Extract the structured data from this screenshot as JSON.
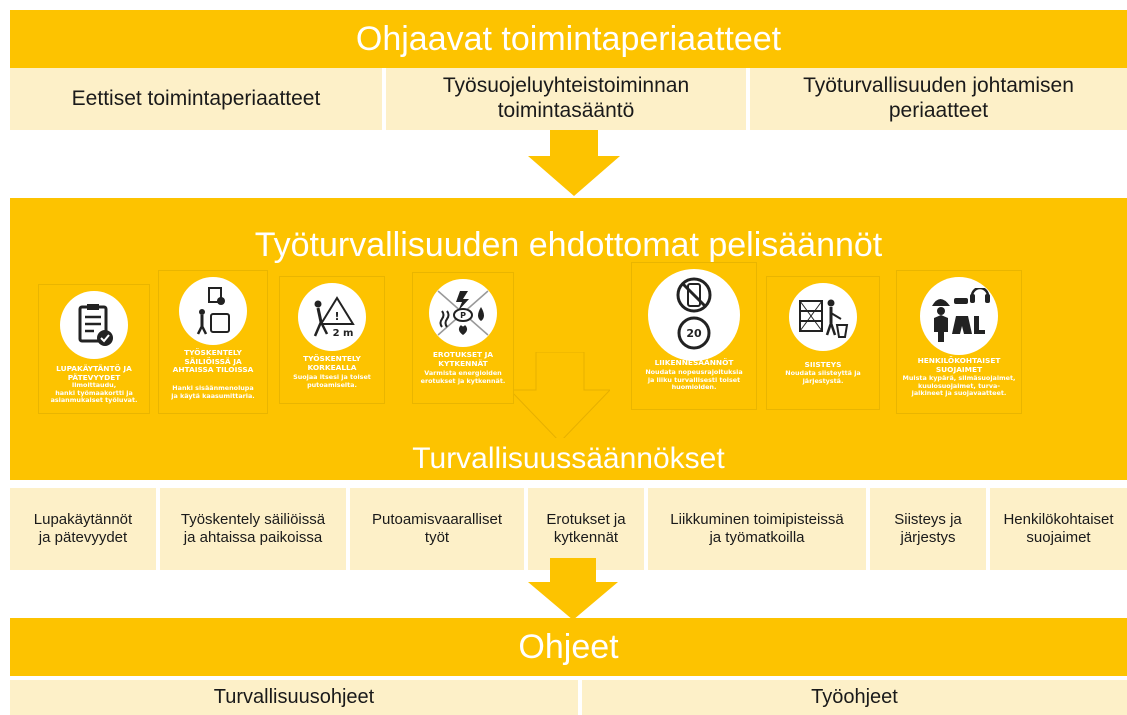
{
  "section1": {
    "title": "Ohjaavat toimintaperiaatteet",
    "items": [
      "Eettiset toimintaperiaatteet",
      "Työsuojeluyhteistoiminnan\ntoimintasääntö",
      "Työturvallisuuden johtamisen\nperiaatteet"
    ]
  },
  "section2": {
    "title": "Työturvallisuuden ehdottomat pelisäännöt",
    "cards": [
      {
        "title": "LUPAKÄYTÄNTÖ JA\nPÄTEVYYDET",
        "desc": "Ilmoittaudu,\nhanki työmaakortti ja\nasianmukaiset työluvat.",
        "icon": "clipboard-checklist-icon"
      },
      {
        "title": "TYÖSKENTELY\nSÄILIÖISSÄ JA\nAHTAISSA TILOISSA",
        "desc": "Hanki sisäänmenolupa\nja käytä kaasumittaria.",
        "icon": "confined-space-icon"
      },
      {
        "title": "TYÖSKENTELY\nKORKEALLA",
        "desc": "Suojaa itsesi ja toiset\nputoamiselta.",
        "icon": "fall-protection-icon"
      },
      {
        "title": "EROTUKSET JA\nKYTKENNÄT",
        "desc": "Varmista energioiden\nerotukset ja kytkennät.",
        "icon": "energy-isolation-icon"
      },
      {
        "title": "LIIKENNESÄÄNNÖT",
        "desc": "Noudata nopeusrajoituksia\nja liiku turvallisesti toiset\nhuomioiden.",
        "icon": "traffic-rules-icon"
      },
      {
        "title": "SIISTEYS",
        "desc": "Noudata siisteyttä ja\njärjestystä.",
        "icon": "tidiness-icon"
      },
      {
        "title": "HENKILÖKOHTAISET\nSUOJAIMET",
        "desc": "Muista kypärä, silmäsuojaimet,\nkuulosuojaimet, turva-\njalkineet ja suojavaatteet.",
        "icon": "ppe-icon"
      }
    ],
    "speed_sign": "20"
  },
  "section3": {
    "title": "Turvallisuussäännökset",
    "items": [
      "Lupakäytännöt\nja pätevyydet",
      "Työskentely säiliöissä\nja ahtaissa paikoissa",
      "Putoamisvaaralliset\ntyöt",
      "Erotukset ja\nkytkennät",
      "Liikkuminen toimipisteissä\nja työmatkoilla",
      "Siisteys ja\njärjestys",
      "Henkilökohtaiset\nsuojaimet"
    ]
  },
  "section4": {
    "title": "Ohjeet",
    "items": [
      "Turvallisuusohjeet",
      "Työohjeet"
    ]
  },
  "colors": {
    "accent": "#fdc300",
    "light": "#fdf0c8",
    "text": "#1a1a1a"
  }
}
